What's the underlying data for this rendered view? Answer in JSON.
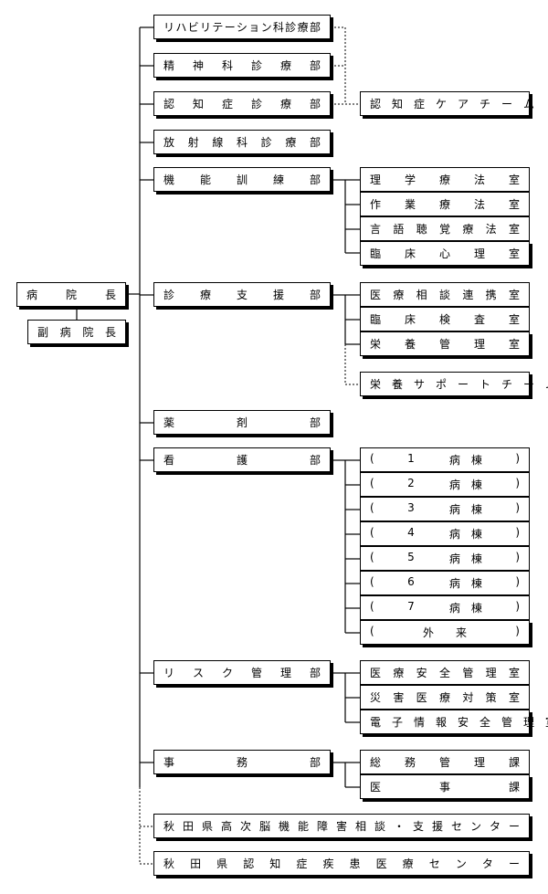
{
  "director": "病　院　長",
  "vice_director": "副　病　院　長",
  "departments": [
    {
      "id": "rehab",
      "label": "リハビリテーション科診療部"
    },
    {
      "id": "psych",
      "label": "精　神　科　診　療　部"
    },
    {
      "id": "dementia",
      "label": "認　知　症　診　療　部"
    },
    {
      "id": "radiology",
      "label": "放　射　線　科　診　療　部"
    },
    {
      "id": "function",
      "label": "機　能　訓　練　部"
    },
    {
      "id": "support",
      "label": "診　療　支　援　部"
    },
    {
      "id": "pharmacy",
      "label": "薬　剤　部"
    },
    {
      "id": "nursing",
      "label": "看　護　部"
    },
    {
      "id": "risk",
      "label": "リ　ス　ク　管　理　部"
    },
    {
      "id": "admin",
      "label": "事　務　部"
    },
    {
      "id": "center1",
      "label": "秋田県高次脳機能障害相談・支援センター"
    },
    {
      "id": "center2",
      "label": "秋　田　県　認　知　症　疾　患　医　療　セ　ン　タ　ー"
    }
  ],
  "dementia_team": "認　知　症　ケ　ア　チ　ー　ム",
  "function_units": [
    "理　学　療　法　室",
    "作　業　療　法　室",
    "言　語　聴　覚　療　法　室",
    "臨　床　心　理　室"
  ],
  "support_units": [
    "医　療　相　談　連　携　室",
    "臨　床　検　査　室",
    "栄　養　管　理　室"
  ],
  "nutrition_team": "栄　養　サ　ポ　ー　ト　チ　ー　ム",
  "wards": [
    {
      "open": "(",
      "num": "1",
      "label": "病　棟",
      "close": ")"
    },
    {
      "open": "(",
      "num": "2",
      "label": "病　棟",
      "close": ")"
    },
    {
      "open": "(",
      "num": "3",
      "label": "病　棟",
      "close": ")"
    },
    {
      "open": "(",
      "num": "4",
      "label": "病　棟",
      "close": ")"
    },
    {
      "open": "(",
      "num": "5",
      "label": "病　棟",
      "close": ")"
    },
    {
      "open": "(",
      "num": "6",
      "label": "病　棟",
      "close": ")"
    },
    {
      "open": "(",
      "num": "7",
      "label": "病　棟",
      "close": ")"
    },
    {
      "open": "(",
      "num": "",
      "label": "外　　来",
      "close": ")"
    }
  ],
  "risk_units": [
    "医　療　安　全　管　理　室",
    "災　害　医　療　対　策　室",
    "電　子　情　報　安　全　管　理　室"
  ],
  "admin_units": [
    "総　務　管　理　課",
    "医　事　課"
  ]
}
